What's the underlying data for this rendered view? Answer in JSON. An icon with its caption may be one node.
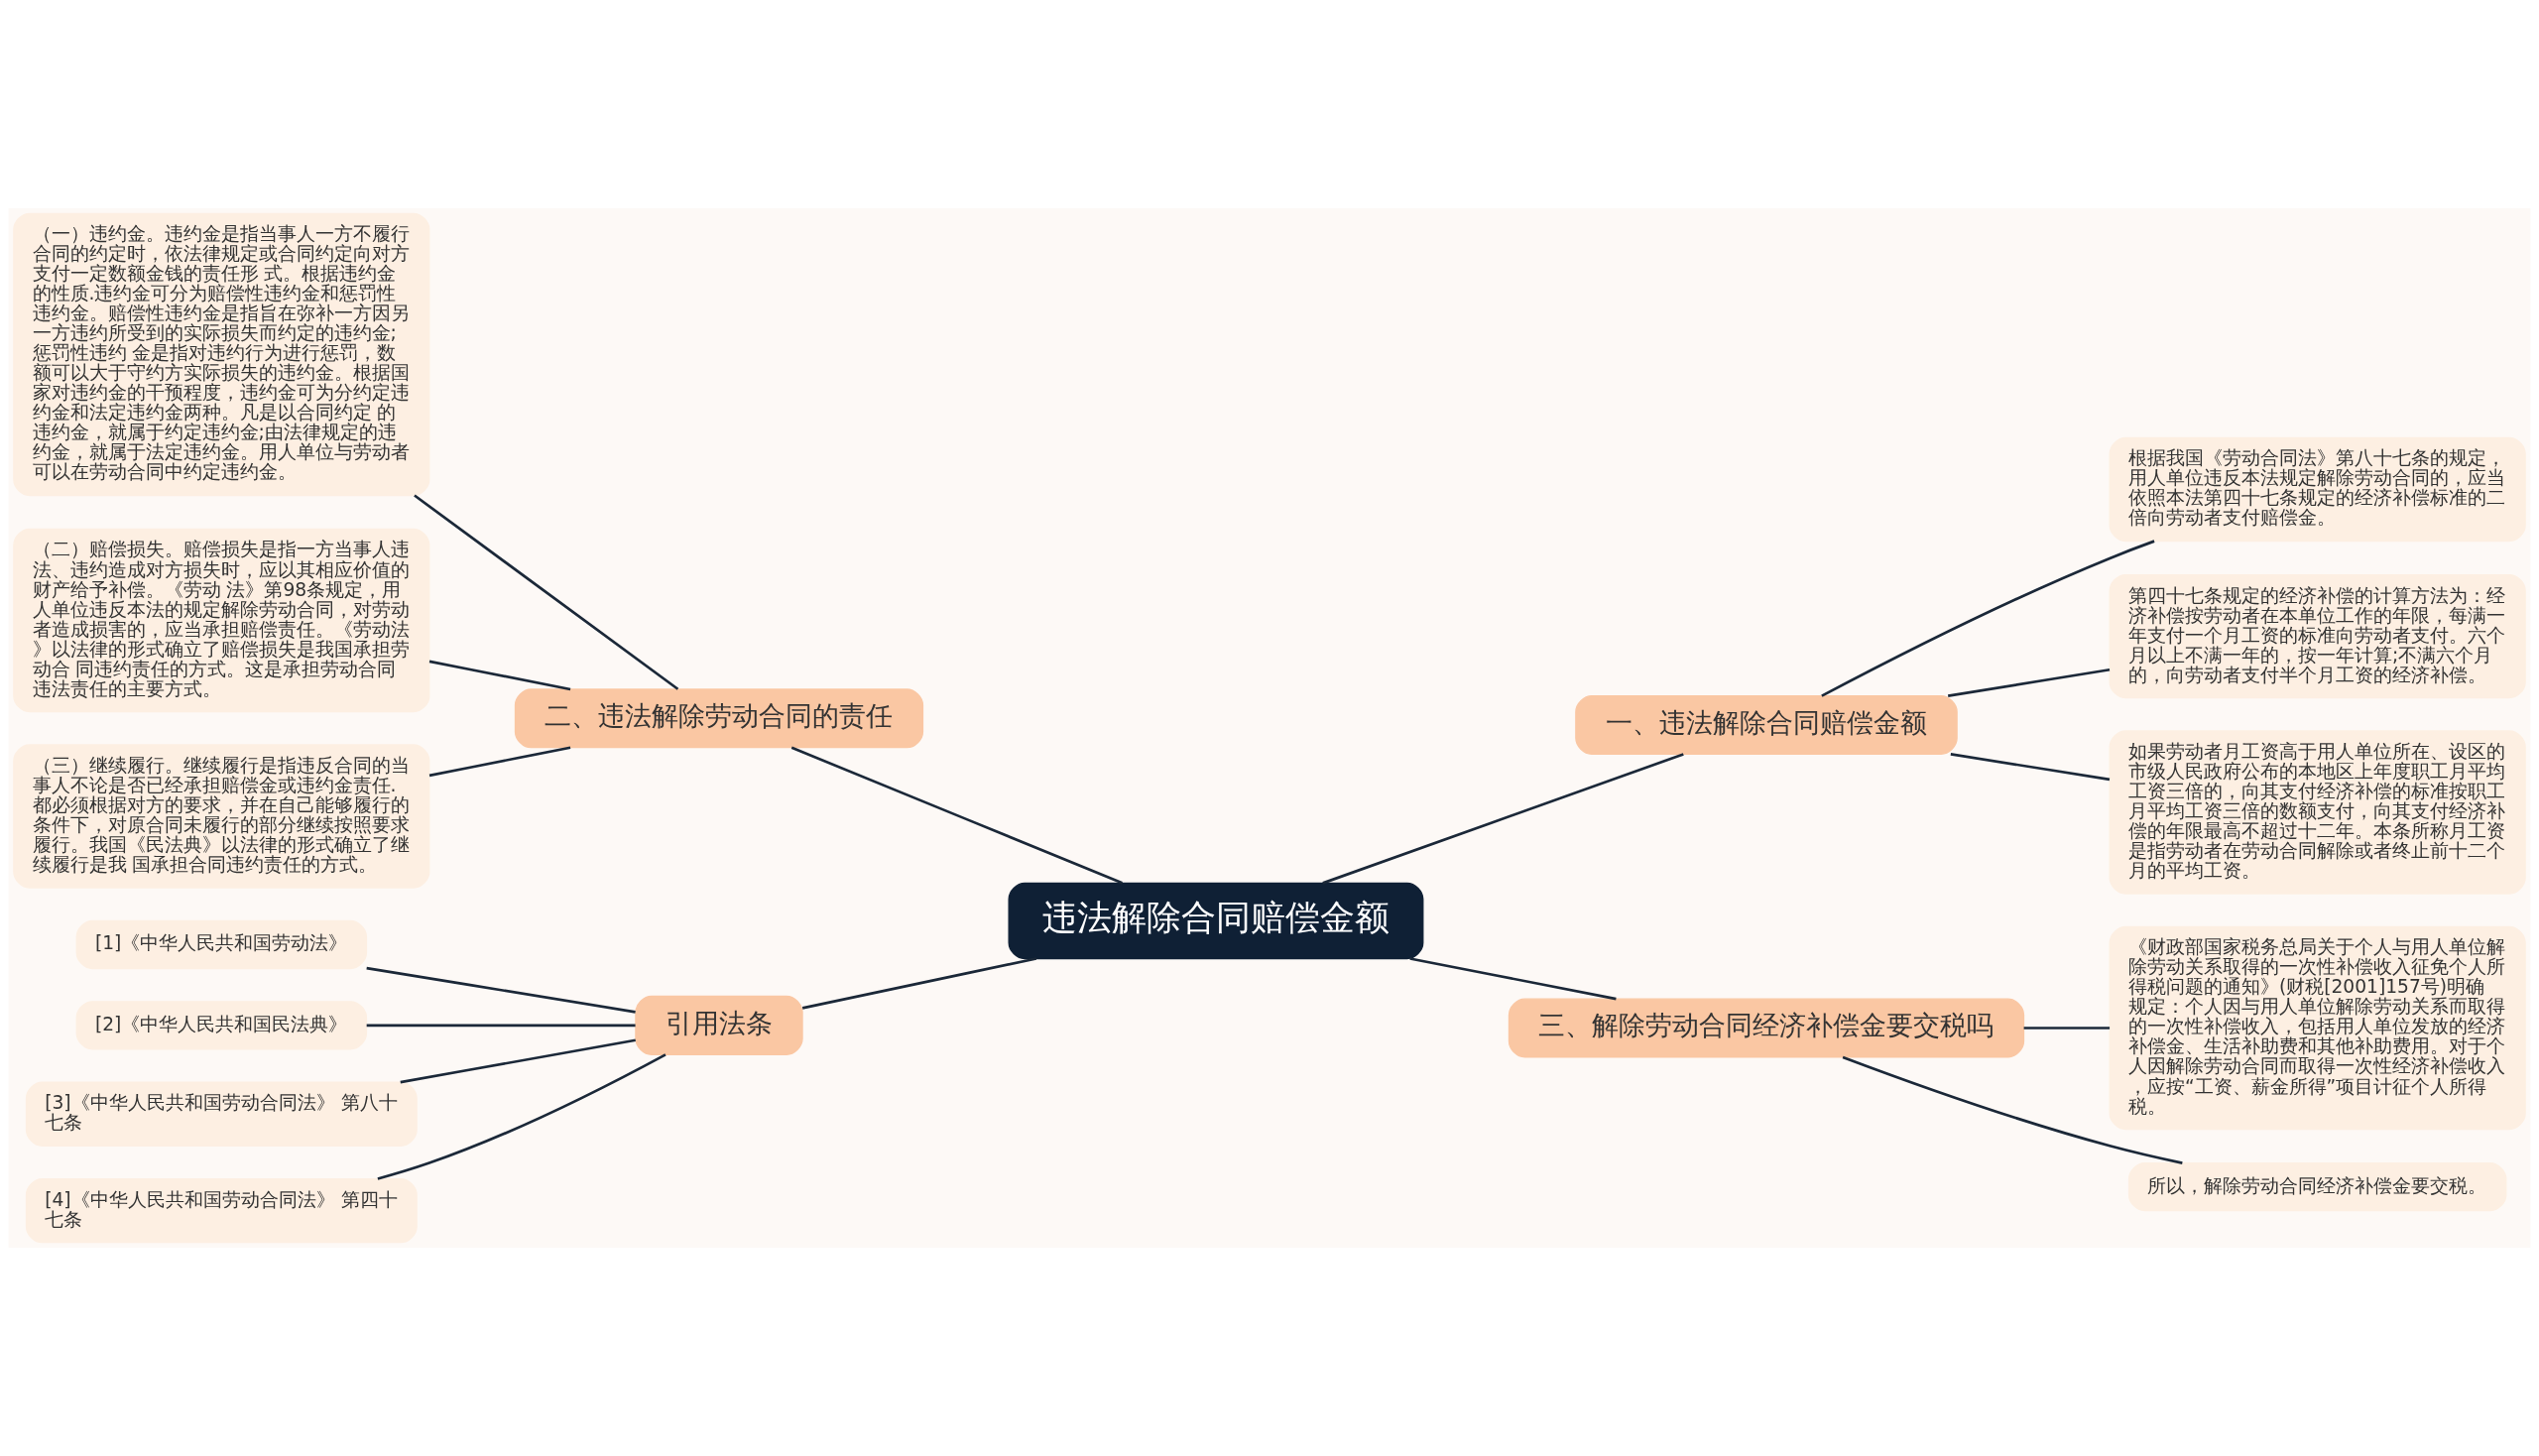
{
  "diagram": {
    "nodes": [
      {
        "text": [
          "违法解除合同赔偿金额"
        ]
      },
      {
        "text": [
          "一、违法解除合同赔偿金额"
        ]
      },
      {
        "text": [
          "根据我国《劳动合同法》第八十七条的规定，用人单位违反本法规定解除劳动合同的，应当依照本法第四十七条规定的经济补偿标准的二倍向劳动者支付赔偿金。"
        ]
      },
      {
        "text": [
          "第四十七条规定的经济补偿的计算方法为：经济补偿按劳动者在本单位工作的年限，每满一年支付一个月工资的标准向劳动者支付。六个月以上不满一年的，按一年计算;不满六个月的，向劳动者支付半个月工资的经济补偿。"
        ]
      },
      {
        "text": [
          "如果劳动者月工资高于用人单位所在、设区的市级人民政府公布的本地区上年度职工月平均工资三倍的，向其支付经济补偿的标准按职工月平均工资三倍的数额支付，向其支付经济补偿的年限最高不超过十二年。本条所称月工资是指劳动者在劳动合同解除或者终止前十二个月的平均工资。"
        ]
      },
      {
        "text": [
          "二、违法解除劳动合同的责任"
        ]
      },
      {
        "text": [
          "（一）违约金。违约金是指当事人一方不履行合同的约定时，依法律规定或合同约定向对方支付一定数额金钱的责任形 式。根据违约金的性质.违约金可分为赔偿性违约金和惩罚性违约金。赔偿性违约金是指旨在弥补一方因另一方违约所受到的实际损失而约定的违约金;惩罚性违约 金是指对违约行为进行惩罚，数额可以大于守约方实际损失的违约金。根据国家对违约金的干预程度，违约金可为分约定违约金和法定违约金两种。凡是以合同约定 的违约金，就属于约定违约金;由法律规定的违约金，就属于法定违约金。用人单位与劳动者可以在劳动合同中约定违约金。"
        ]
      },
      {
        "text": [
          "（二）赔偿损失。赔偿损失是指一方当事人违法、违约造成对方损失时，应以其相应价值的财产给予补偿。《劳动 法》第98条规定，用人单位违反本法的规定解除劳动合同，对劳动者造成损害的，应当承担赔偿责任。《劳动法》以法律的形式确立了赔偿损失是我国承担劳动合 同违约责任的方式。这是承担劳动合同违法责任的主要方式。"
        ]
      },
      {
        "text": [
          "（三）继续履行。继续履行是指违反合同的当事人不论是否已经承担赔偿金或违约金责任.都必须根据对方的要求，并在自己能够履行的条件下，对原合同未履行的部分继续按照要求履行。我国《民法典》以法律的形式确立了继续履行是我 国承担合同违约责任的方式。"
        ]
      },
      {
        "text": [
          "三、解除劳动合同经济补偿金要交税吗"
        ]
      },
      {
        "text": [
          "《财政部国家税务总局关于个人与用人单位解除劳动关系取得的一次性补偿收入征免个人所得税问题的通知》(财税[2001]157号)明确规定：个人因与用人单位解除劳动关系而取得的一次性补偿收入，包括用人单位发放的经济补偿金、生活补助费和其他补助费用。对于个人因解除劳动合同而取得一次性经济补偿收入，应按“工资、薪金所得”项目计征个人所得税。"
        ]
      },
      {
        "text": [
          "所以，解除劳动合同经济补偿金要交税。"
        ]
      },
      {
        "text": [
          "引用法条"
        ]
      },
      {
        "text": [
          "[1]《中华人民共和国劳动法》"
        ]
      },
      {
        "text": [
          "[2]《中华人民共和国民法典》"
        ]
      },
      {
        "text": [
          "[3]《中华人民共和国劳动合同法》 第八十七条"
        ]
      },
      {
        "text": [
          "[4]《中华人民共和国劳动合同法》 第四十七条"
        ]
      }
    ],
    "edges": [
      {
        "from": 0,
        "to": 1,
        "arrow": "none"
      },
      {
        "from": 1,
        "to": 2,
        "arrow": "none"
      },
      {
        "from": 1,
        "to": 3,
        "arrow": "none"
      },
      {
        "from": 1,
        "to": 4,
        "arrow": "none"
      },
      {
        "from": 0,
        "to": 5,
        "arrow": "none"
      },
      {
        "from": 5,
        "to": 6,
        "arrow": "none"
      },
      {
        "from": 5,
        "to": 7,
        "arrow": "none"
      },
      {
        "from": 5,
        "to": 8,
        "arrow": "none"
      },
      {
        "from": 0,
        "to": 9,
        "arrow": "none"
      },
      {
        "from": 9,
        "to": 10,
        "arrow": "none"
      },
      {
        "from": 9,
        "to": 11,
        "arrow": "none"
      },
      {
        "from": 0,
        "to": 12,
        "arrow": "none"
      },
      {
        "from": 12,
        "to": 13,
        "arrow": "none"
      },
      {
        "from": 12,
        "to": 14,
        "arrow": "none"
      },
      {
        "from": 12,
        "to": 15,
        "arrow": "none"
      },
      {
        "from": 12,
        "to": 16,
        "arrow": "none"
      }
    ]
  }
}
